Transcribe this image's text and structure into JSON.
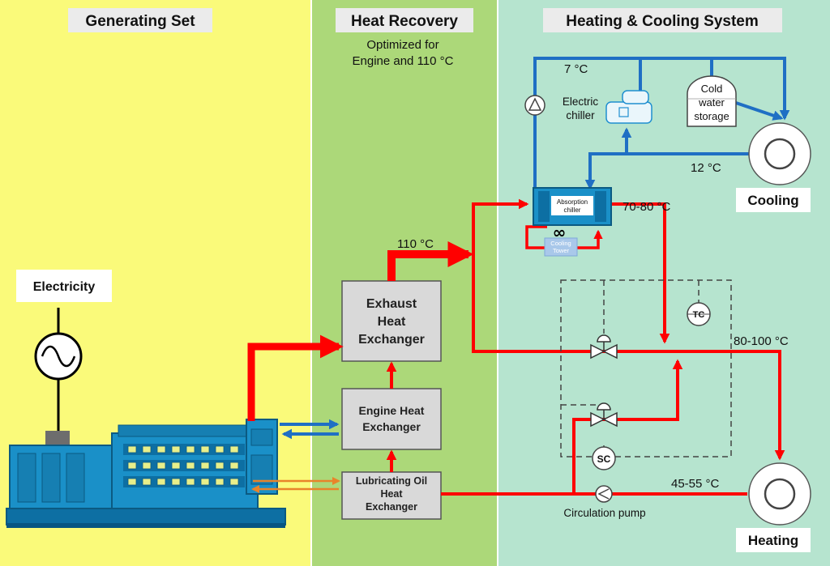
{
  "sections": {
    "generating_set": "Generating Set",
    "heat_recovery": "Heat Recovery",
    "heating_cooling": "Heating & Cooling System"
  },
  "heat_recovery_note": {
    "line1": "Optimized for",
    "line2": "Engine and 110 °C"
  },
  "labels": {
    "electricity": "Electricity",
    "exhaust_hx": [
      "Exhaust",
      "Heat",
      "Exchanger"
    ],
    "engine_hx": [
      "Engine Heat",
      "Exchanger"
    ],
    "lube_hx": [
      "Lubricating Oil",
      "Heat",
      "Exchanger"
    ],
    "electric_chiller": [
      "Electric",
      "chiller"
    ],
    "cold_storage": [
      "Cold",
      "water",
      "storage"
    ],
    "absorption_chiller": [
      "Absorption",
      "chiller"
    ],
    "cooling_tower": [
      "Cooling",
      "Tower"
    ],
    "cooling": "Cooling",
    "heating": "Heating",
    "tc": "TC",
    "sc": "SC",
    "circulation_pump": "Circulation pump"
  },
  "temperatures": {
    "t_110": "110 °C",
    "t_7": "7 °C",
    "t_12": "12 °C",
    "t_70_80": "70-80 °C",
    "t_80_100": "80-100 °C",
    "t_45_55": "45-55 °C"
  },
  "colors": {
    "generating_bg": "#fafa7a",
    "recovery_bg": "#acd879",
    "system_bg": "#b6e4cf",
    "hot_pipe": "#ff0000",
    "cold_pipe": "#1f6fc4",
    "lube_pipe": "#e8842a",
    "engine_blue": "#1a90c8",
    "box_fill": "#d9d9d9"
  }
}
